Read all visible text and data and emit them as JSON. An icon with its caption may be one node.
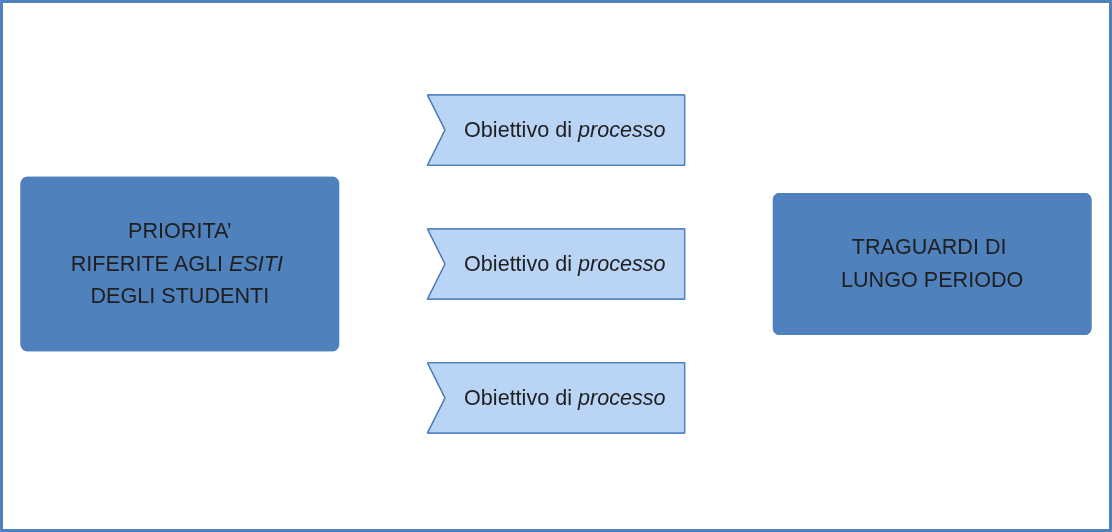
{
  "diagram": {
    "nodes": [
      {
        "text": [
          "PRIORITA’",
          "RIFERITE AGLI *ESITI* DEGLI STUDENTI"
        ]
      },
      {
        "text": [
          "Obiettivo di *processo*"
        ]
      },
      {
        "text": [
          "Obiettivo di *processo*"
        ]
      },
      {
        "text": [
          "Obiettivo di *processo*"
        ]
      },
      {
        "text": [
          "TRAGUARDI DI LUNGO PERIODO"
        ]
      }
    ],
    "edges": []
  }
}
